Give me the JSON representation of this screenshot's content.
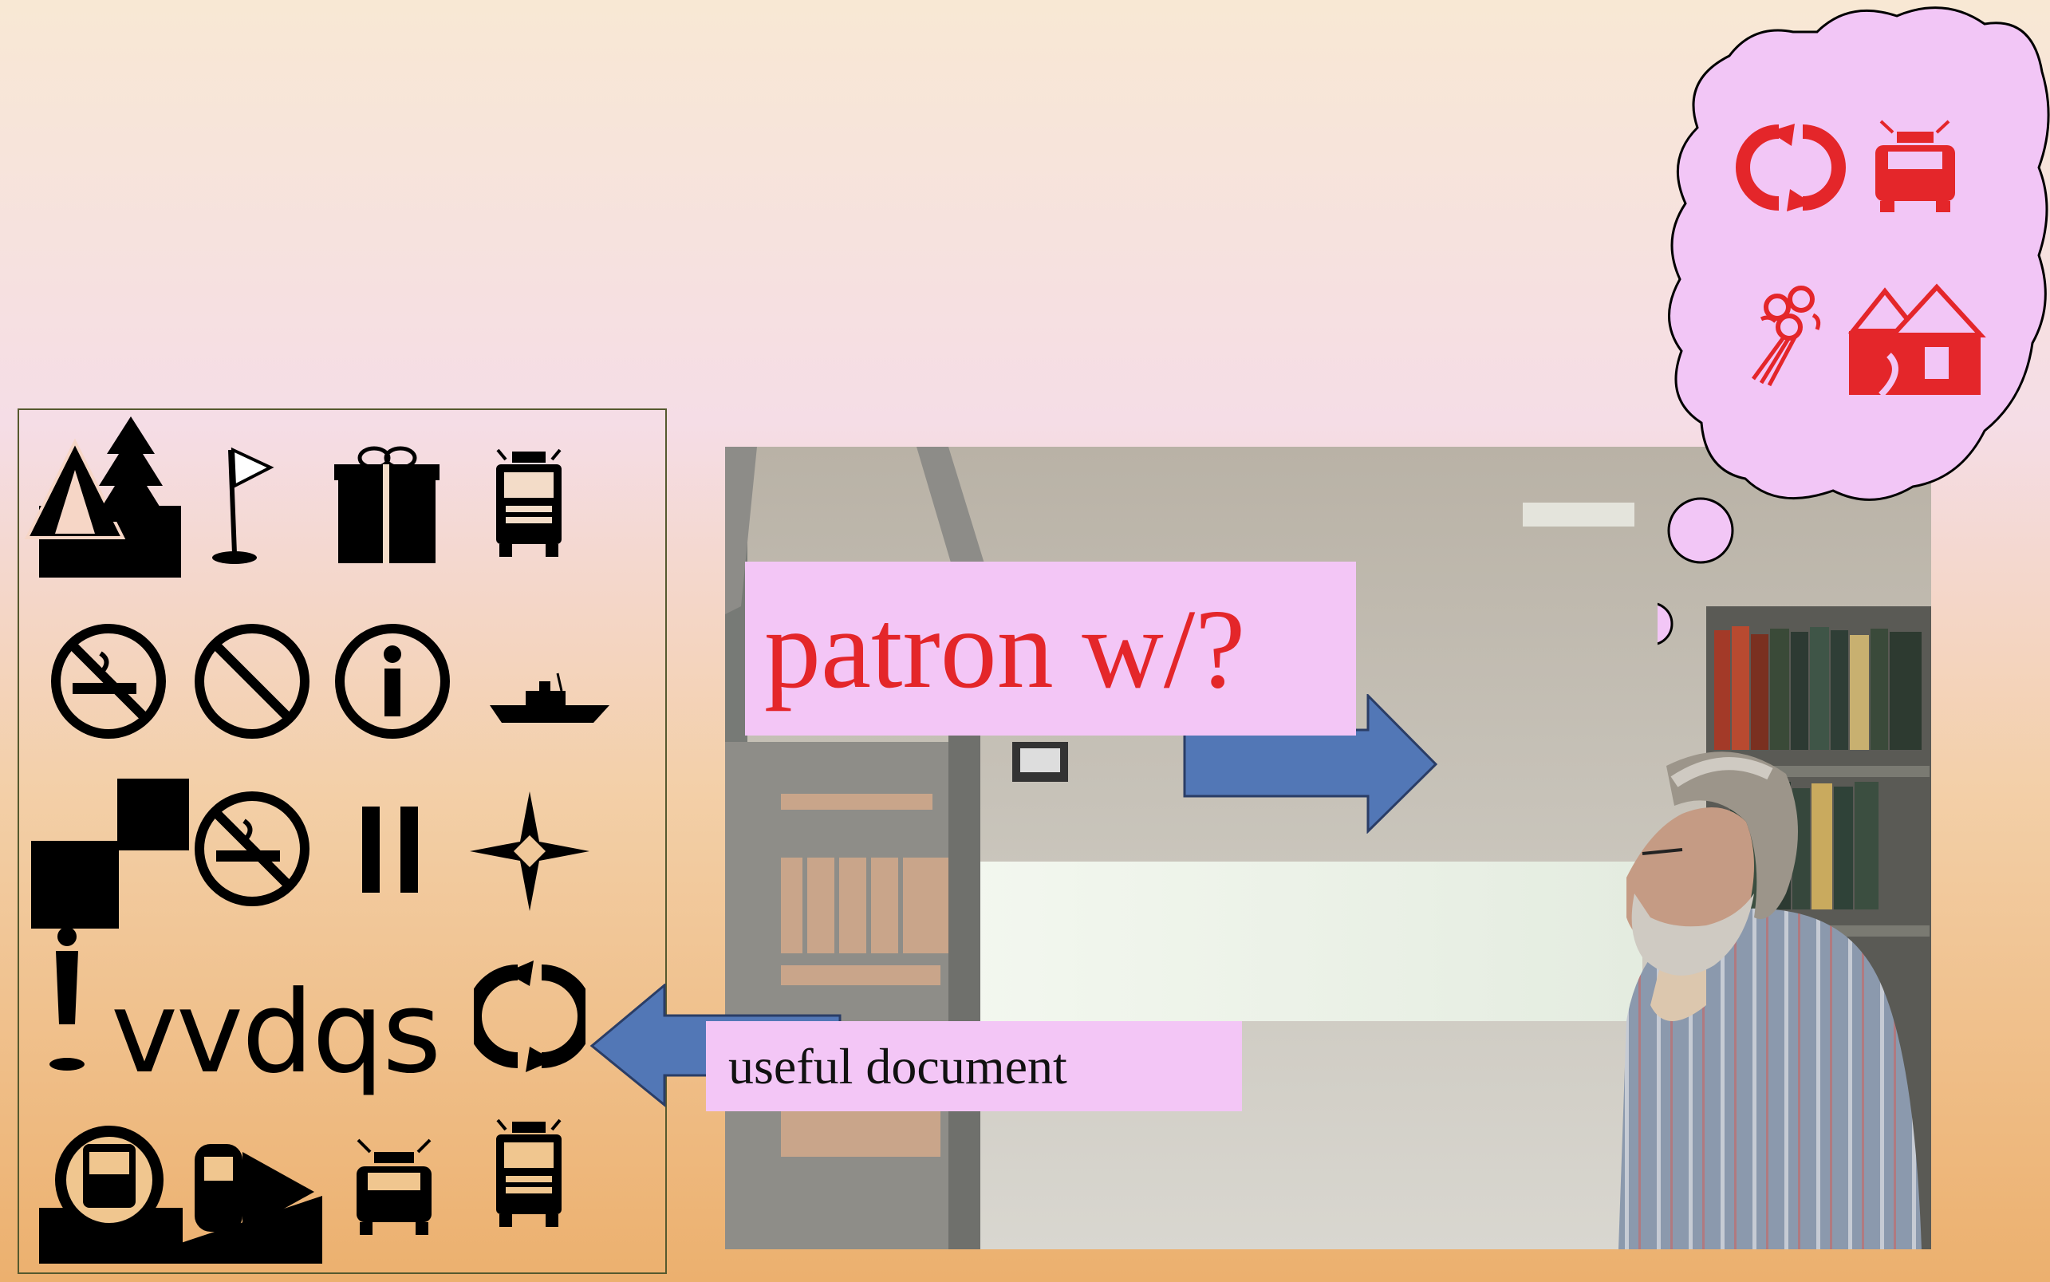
{
  "callouts": {
    "patron_text": "patron w/?",
    "document_text": "useful document"
  },
  "glyph_word": "vvdqs",
  "icons": {
    "panel_rows": [
      [
        "camping-icon",
        "golf-flag-icon",
        "gift-icon",
        "fire-truck-icon"
      ],
      [
        "no-smoking-icon",
        "prohibited-icon",
        "information-icon",
        "boat-icon"
      ],
      [
        "checkerboard-icon",
        "no-smoking-icon",
        "pause-icon",
        "compass-star-icon"
      ],
      [
        "person-icon",
        "glyph-text",
        "refresh-icon"
      ],
      [
        "bus-icon",
        "train-icon",
        "police-car-icon",
        "fire-truck-icon"
      ]
    ],
    "thought_bubble": [
      "refresh-icon",
      "police-car-icon",
      "flower-bouquet-icon",
      "houses-icon"
    ]
  },
  "colors": {
    "label_background": "#f3c6f6",
    "thought_fill": "#f2c6f6",
    "accent_red": "#e4262a",
    "arrow_blue": "#5277b6",
    "icon_black": "#000000"
  }
}
